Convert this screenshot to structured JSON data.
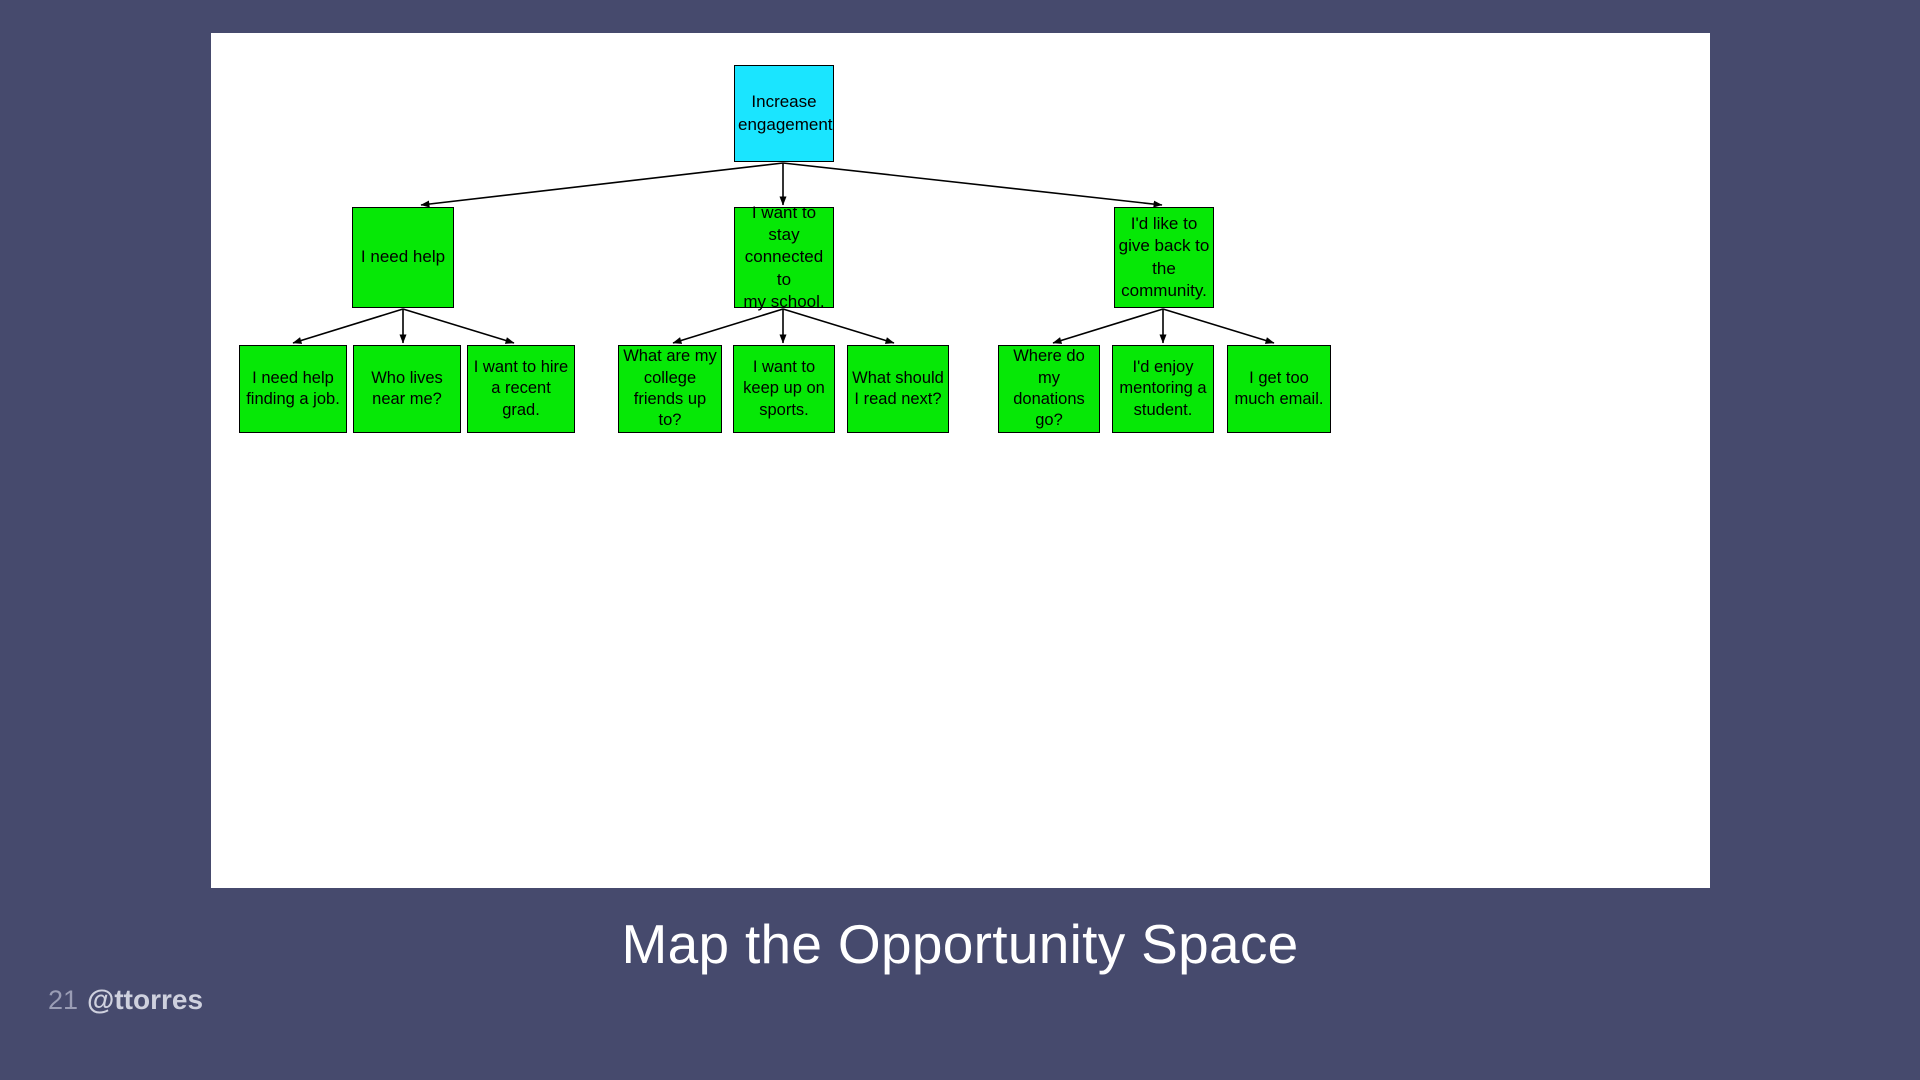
{
  "slide": {
    "page_number": "21",
    "handle": "@ttorres",
    "title": "Map the Opportunity Space",
    "background_color": "#464a6d",
    "canvas_color": "#ffffff",
    "title_color": "#ffffff"
  },
  "diagram": {
    "type": "opportunity-solution-tree",
    "root_fill": "#1ae5ff",
    "node_fill": "#06e806",
    "node_stroke": "#000000",
    "edge_color": "#000000",
    "root": {
      "id": "root",
      "label": "Increase engagement",
      "lines": [
        "Increase",
        "engagement"
      ]
    },
    "branches": [
      {
        "id": "branch-need-help",
        "label": "I need help",
        "lines": [
          "I need help"
        ],
        "children": [
          {
            "id": "leaf-finding-job",
            "label": "I need help finding a job.",
            "lines": [
              "I need help",
              "finding a job."
            ]
          },
          {
            "id": "leaf-who-lives-near",
            "label": "Who lives near me?",
            "lines": [
              "Who lives",
              "near me?"
            ]
          },
          {
            "id": "leaf-hire-recent-grad",
            "label": "I want to hire a recent grad.",
            "lines": [
              "I want to hire",
              "a recent",
              "grad."
            ]
          }
        ]
      },
      {
        "id": "branch-stay-connected",
        "label": "I want to stay connected to my school.",
        "lines": [
          "I want to",
          "stay",
          "connected to",
          "my school."
        ],
        "children": [
          {
            "id": "leaf-college-friends",
            "label": "What are my college friends up to?",
            "lines": [
              "What are my",
              "college",
              "friends up",
              "to?"
            ]
          },
          {
            "id": "leaf-keep-up-sports",
            "label": "I want to keep up on sports.",
            "lines": [
              "I want to",
              "keep up on",
              "sports."
            ]
          },
          {
            "id": "leaf-what-read-next",
            "label": "What should I read next?",
            "lines": [
              "What should",
              "I read next?"
            ]
          }
        ]
      },
      {
        "id": "branch-give-back",
        "label": "I'd like to give back to the community.",
        "lines": [
          "I'd like to",
          "give back to",
          "the",
          "community."
        ],
        "children": [
          {
            "id": "leaf-donations-go",
            "label": "Where do my donations go?",
            "lines": [
              "Where do",
              "my",
              "donations",
              "go?"
            ]
          },
          {
            "id": "leaf-mentoring-student",
            "label": "I'd enjoy mentoring a student.",
            "lines": [
              "I'd enjoy",
              "mentoring a",
              "student."
            ]
          },
          {
            "id": "leaf-too-much-email",
            "label": "I get too much email.",
            "lines": [
              "I get too",
              "much email."
            ]
          }
        ]
      }
    ]
  }
}
